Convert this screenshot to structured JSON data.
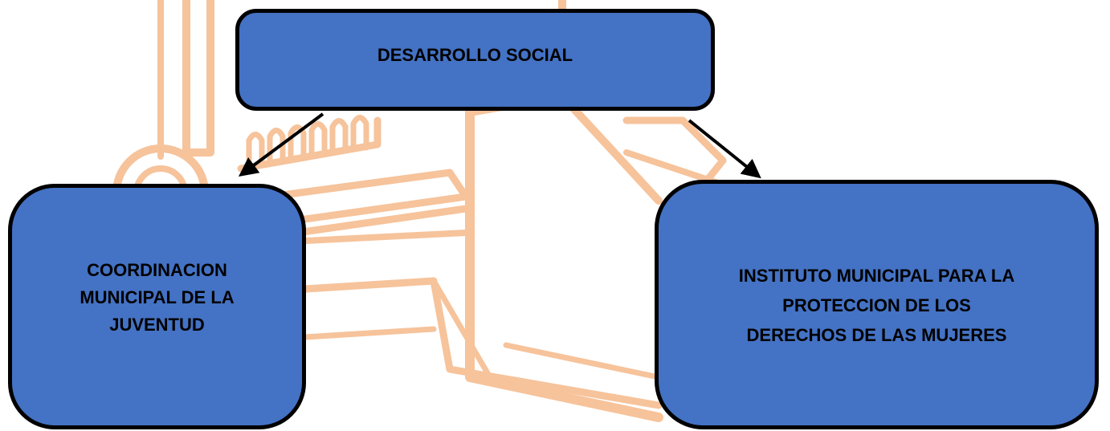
{
  "colors": {
    "box_fill": "#4472c4",
    "box_border": "#000000",
    "arrow": "#000000",
    "watermark": "#f5b98a"
  },
  "diagram": {
    "top": {
      "label": "DESARROLLO SOCIAL"
    },
    "left": {
      "label": "COORDINACION\nMUNICIPAL DE  LA\nJUVENTUD"
    },
    "right": {
      "label": "INSTITUTO MUNICIPAL PARA LA\nPROTECCION DE  LOS\nDERECHOS DE  LAS  MUJERES"
    }
  }
}
